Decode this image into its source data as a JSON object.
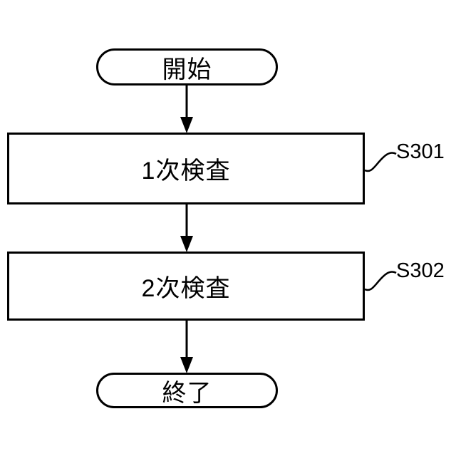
{
  "figure": {
    "background": "#ffffff",
    "line_color": "#000000",
    "start": {
      "label": "開始"
    },
    "steps": [
      {
        "label": "1次検査",
        "ref": "S301"
      },
      {
        "label": "2次検査",
        "ref": "S302"
      }
    ],
    "end": {
      "label": "終了"
    }
  }
}
